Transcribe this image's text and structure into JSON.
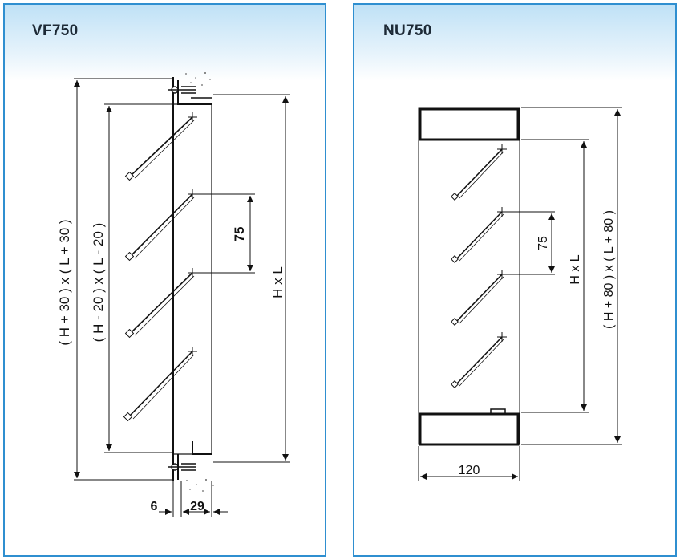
{
  "panels": [
    {
      "title": "VF750",
      "labels": {
        "outer": "( H + 30 )  x  ( L + 30 )",
        "inner": "( H - 20 )  x  ( L - 20 )",
        "hl": "H  x  L",
        "spacing": "75",
        "dim_a": "6",
        "dim_b": "29"
      }
    },
    {
      "title": "NU750",
      "labels": {
        "outer": "( H + 80 )  x  ( L + 80 )",
        "hl": "H x L",
        "spacing": "75",
        "width": "120"
      }
    }
  ],
  "colors": {
    "border": "#2f8fd0",
    "header": "#bfe1f6",
    "ink": "#111111"
  }
}
